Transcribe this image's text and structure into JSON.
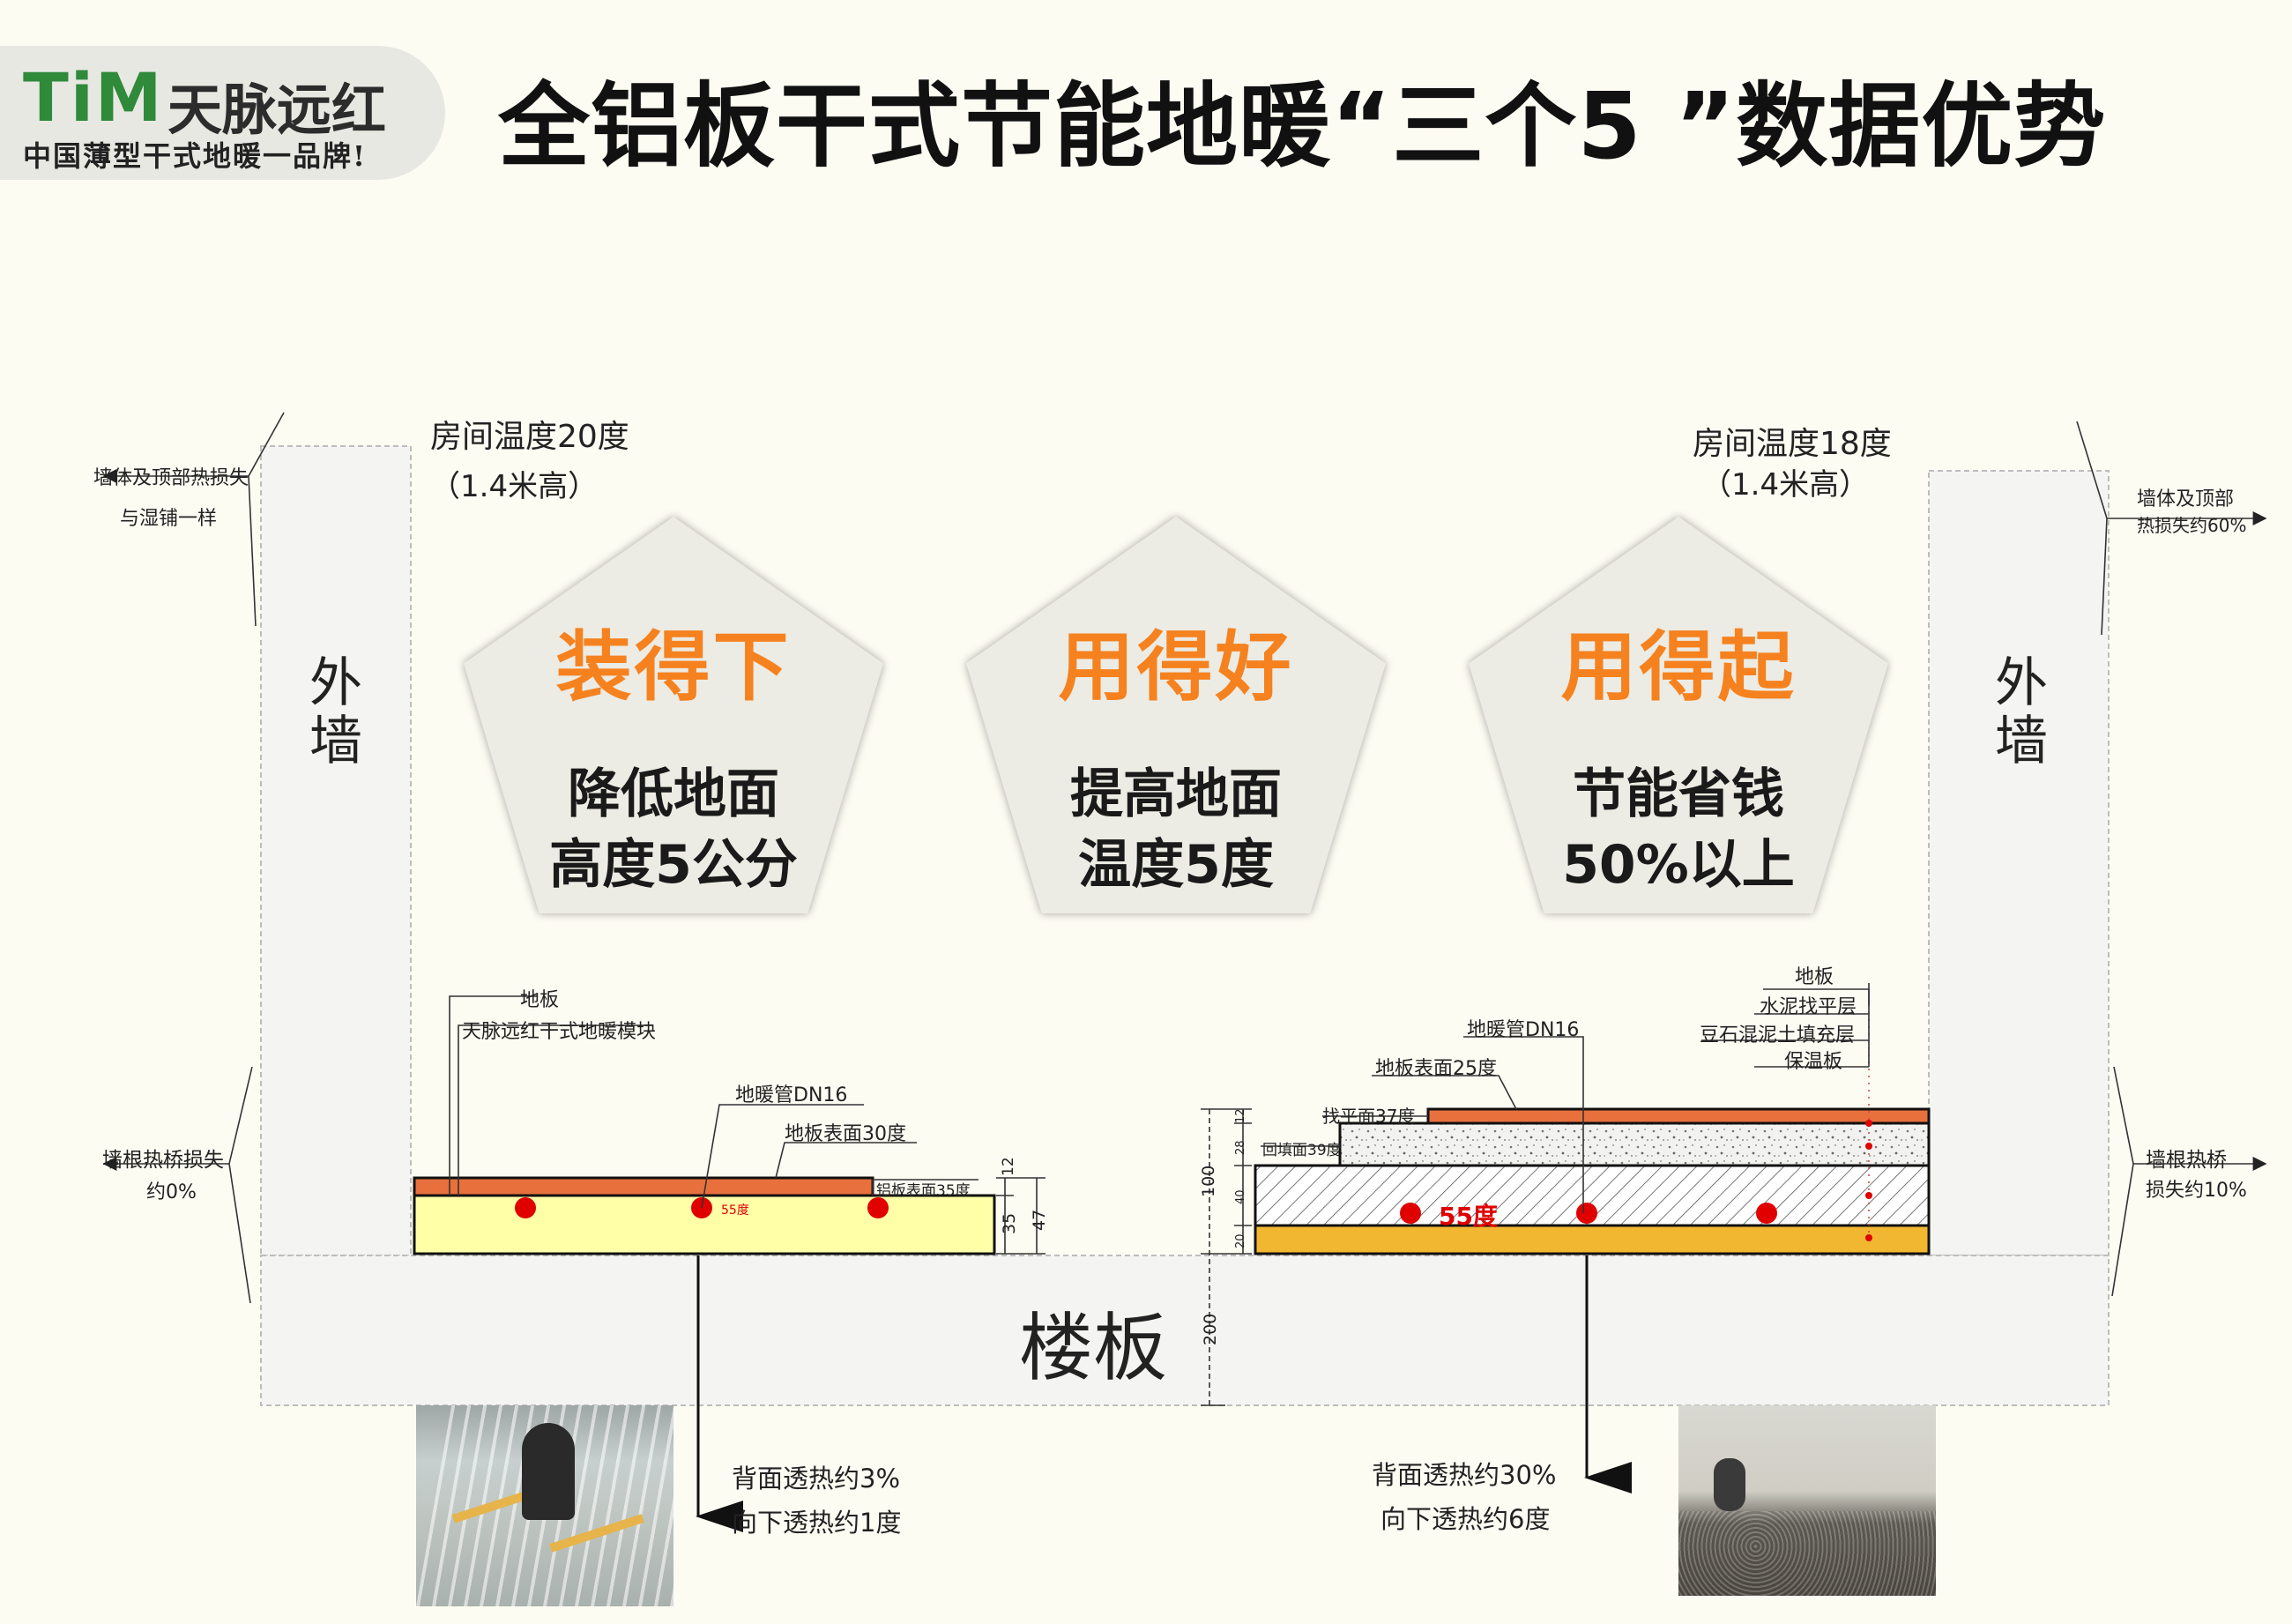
{
  "brand": {
    "mark": "TiM",
    "name": "天脉远红",
    "slogan": "中国薄型干式地暖一品牌!",
    "mark_color": "#2f8a3a"
  },
  "title": "全铝板干式节能地暖“三个5 ”数据优势",
  "colors": {
    "accent_orange": "#f5821f",
    "surface_orange": "#e8703c",
    "module_yellow": "#ffffa8",
    "pipe_red": "#e00000",
    "insulation_yellow": "#f2b731",
    "wall_fill": "#f4f4f2"
  },
  "advantages": [
    {
      "heading": "装得下",
      "line1": "降低地面",
      "line2": "高度5公分"
    },
    {
      "heading": "用得好",
      "line1": "提高地面",
      "line2": "温度5度"
    },
    {
      "heading": "用得起",
      "line1": "节能省钱",
      "line2": "50%以上"
    }
  ],
  "walls": {
    "left": "外墙",
    "right": "外墙"
  },
  "floor_slab": "楼板",
  "left_system": {
    "room_temp": "房间温度20度",
    "room_height": "（1.4米高）",
    "wall_loss_1": "墙体及顶部热损失",
    "wall_loss_2": "与湿铺一样",
    "root_loss_1": "墙根热桥损失",
    "root_loss_2": "约0%",
    "label_floorboard": "地板",
    "label_module": "天脉远红干式地暖模块",
    "label_pipe": "地暖管DN16",
    "label_surface": "地板表面30度",
    "label_plate": "铝板表面35度",
    "pipe_temp": "55度",
    "dim_12": "12",
    "dim_35": "35",
    "dim_47": "47",
    "back_heat": "背面透热约3%",
    "down_heat": "向下透热约1度"
  },
  "right_system": {
    "room_temp": "房间温度18度",
    "room_height": "（1.4米高）",
    "wall_loss_1": "墙体及顶部",
    "wall_loss_2": "热损失约60%",
    "root_loss_1": "墙根热桥",
    "root_loss_2": "损失约10%",
    "label_floorboard": "地板",
    "label_screed": "水泥找平层",
    "label_fill": "豆石混泥土填充层",
    "label_insulation": "保温板",
    "label_pipe": "地暖管DN16",
    "label_surface": "地板表面25度",
    "label_level": "找平面37度",
    "label_backfill": "回填面39度",
    "pipe_temp": "55度",
    "dim_12": "12",
    "dim_28": "28",
    "dim_40": "40",
    "dim_20": "20",
    "dim_100": "100",
    "dim_200": "200",
    "back_heat": "背面透热约30%",
    "down_heat": "向下透热约6度"
  }
}
